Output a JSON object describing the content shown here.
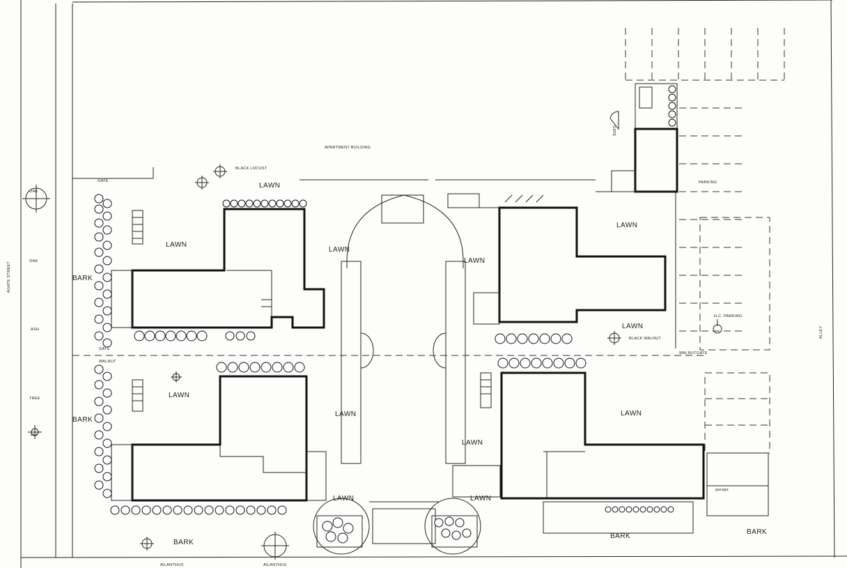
{
  "labels": {
    "apartment_building": "APARTMENT BUILDING",
    "black_locust": "BLACK LOCUST",
    "black_walnut": "BLACK WALNUT",
    "parking": "PARKING",
    "hc_parking": "H.C. PARKING",
    "garage": "garage",
    "alley": "ALLEY",
    "street": "AGATE STREET",
    "lawn": "LAWN",
    "bark": "BARK",
    "gate": "GATE",
    "walnut": "WALNUT",
    "ailanthus": "AILANTHUS"
  },
  "street_trees": [
    "OAK",
    "OAK",
    "ASH",
    "TREE",
    "FIR"
  ]
}
